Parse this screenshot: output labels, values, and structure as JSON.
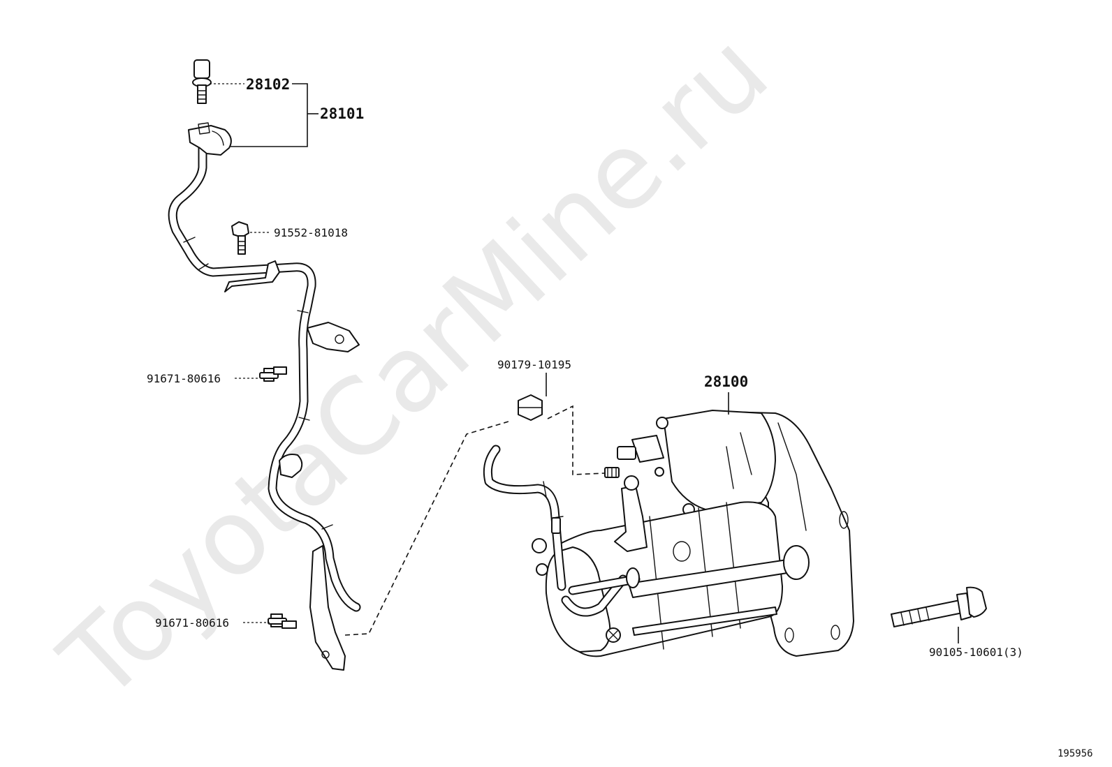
{
  "watermark": "ToyotaCarMine.ru",
  "diagram_id": "195956",
  "parts": {
    "p28102": "28102",
    "p28101": "28101",
    "p91552": "91552-81018",
    "p91671a": "91671-80616",
    "p90179": "90179-10195",
    "p28100": "28100",
    "p91671b": "91671-80616",
    "p90105": "90105-10601(3)"
  },
  "icons": [
    "bolt-icon",
    "nut-icon",
    "flange-bolt-icon",
    "starter-motor-icon",
    "wire-harness-icon",
    "connector-icon"
  ]
}
